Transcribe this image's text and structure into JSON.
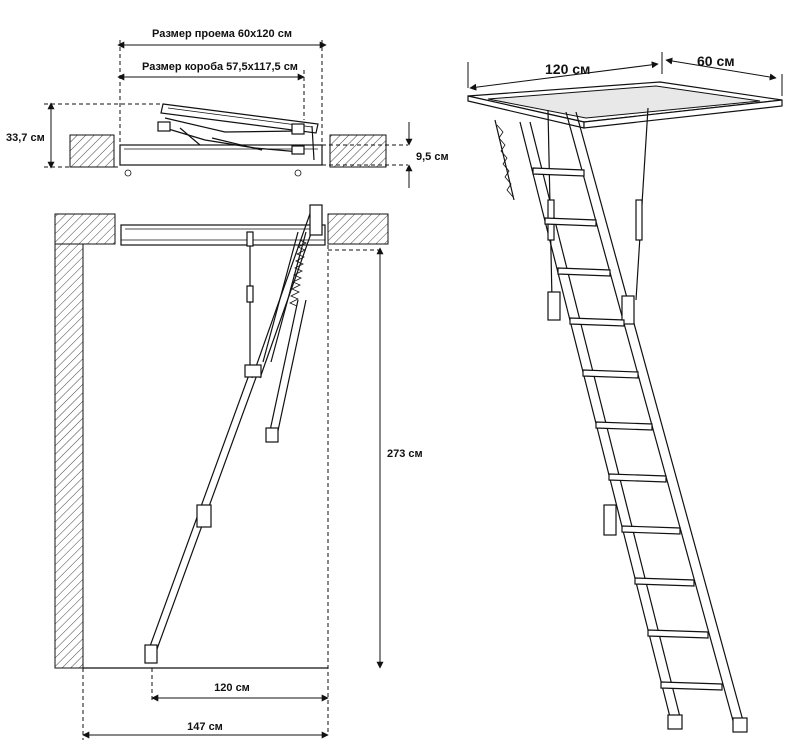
{
  "labels": {
    "opening_size": "Размер проема 60х120 см",
    "box_size": "Размер короба 57,5х117,5 см",
    "depth_folded": "33,7 см",
    "box_height": "9,5 см",
    "ceiling_height": "273 см",
    "ladder_reach": "120 см",
    "total_reach": "147 см",
    "perspective_length": "120 см",
    "perspective_width": "60 см"
  },
  "colors": {
    "ink": "#111111",
    "hatch": "#444444",
    "paper": "#ffffff"
  }
}
